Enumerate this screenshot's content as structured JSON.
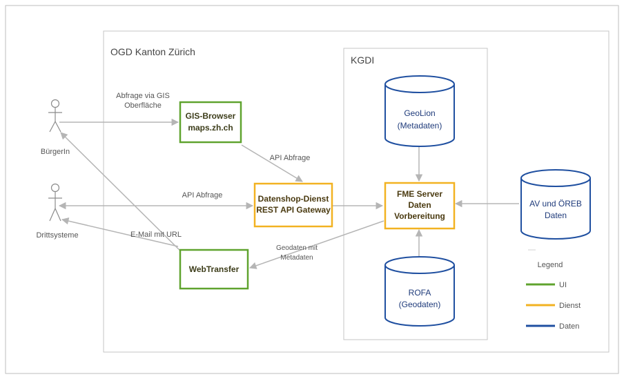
{
  "groups": {
    "outer": "OGD Kanton Zürich",
    "inner": "KGDI"
  },
  "actors": {
    "burger": "BürgerIn",
    "dritt": "Drittsysteme"
  },
  "nodes": {
    "gis": {
      "line1": "GIS-Browser",
      "line2": "maps.zh.ch"
    },
    "datenshop": {
      "line1": "Datenshop-Dienst",
      "line2": "REST API Gateway"
    },
    "webtransfer": {
      "line1": "WebTransfer"
    },
    "fme": {
      "line1": "FME Server",
      "line2": "Daten",
      "line3": "Vorbereitung"
    },
    "geolion": {
      "line1": "GeoLion",
      "line2": "(Metadaten)"
    },
    "rofa": {
      "line1": "ROFA",
      "line2": "(Geodaten)"
    },
    "av": {
      "line1": "AV und ÖREB",
      "line2": "Daten"
    }
  },
  "edges": {
    "abfrage_gis_1": "Abfrage via GIS",
    "abfrage_gis_2": "Oberfläche",
    "api_abfrage_1": "API Abfrage",
    "api_abfrage_2": "API Abfrage",
    "email": "E-Mail mit URL",
    "geodaten_1": "Geodaten mit",
    "geodaten_2": "Metadaten"
  },
  "legend": {
    "title": "Legend",
    "items": [
      {
        "label": "UI",
        "color": "#5fa32e"
      },
      {
        "label": "Dienst",
        "color": "#f2b221"
      },
      {
        "label": "Daten",
        "color": "#1f4fa0"
      }
    ]
  },
  "colors": {
    "ui": "#5fa32e",
    "dienst": "#f2b221",
    "daten": "#1f4fa0",
    "arrow": "#b5b5b5"
  }
}
